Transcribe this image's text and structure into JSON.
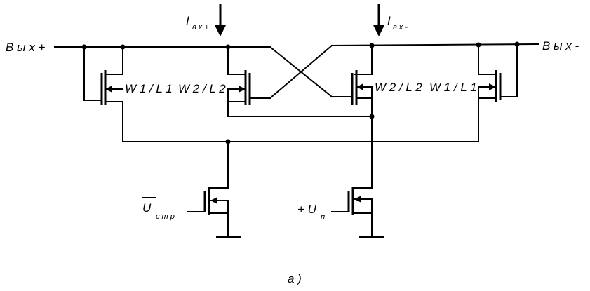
{
  "labels": {
    "out_plus": "В ы х +",
    "out_minus": "В ы х -",
    "in_plus_main": "I",
    "in_plus_sub": "в х +",
    "in_minus_main": "I",
    "in_minus_sub": "в х -",
    "ratio_left_outer": "W 1 / L 1",
    "ratio_left_inner": "W 2 / L 2",
    "ratio_right_inner": "W 2 / L 2",
    "ratio_right_outer": "W 1 / L 1",
    "ctrl_main": "U",
    "ctrl_sub": "с т р",
    "supply_prefix": "+ U",
    "supply_sub": "п",
    "caption": "а )"
  }
}
